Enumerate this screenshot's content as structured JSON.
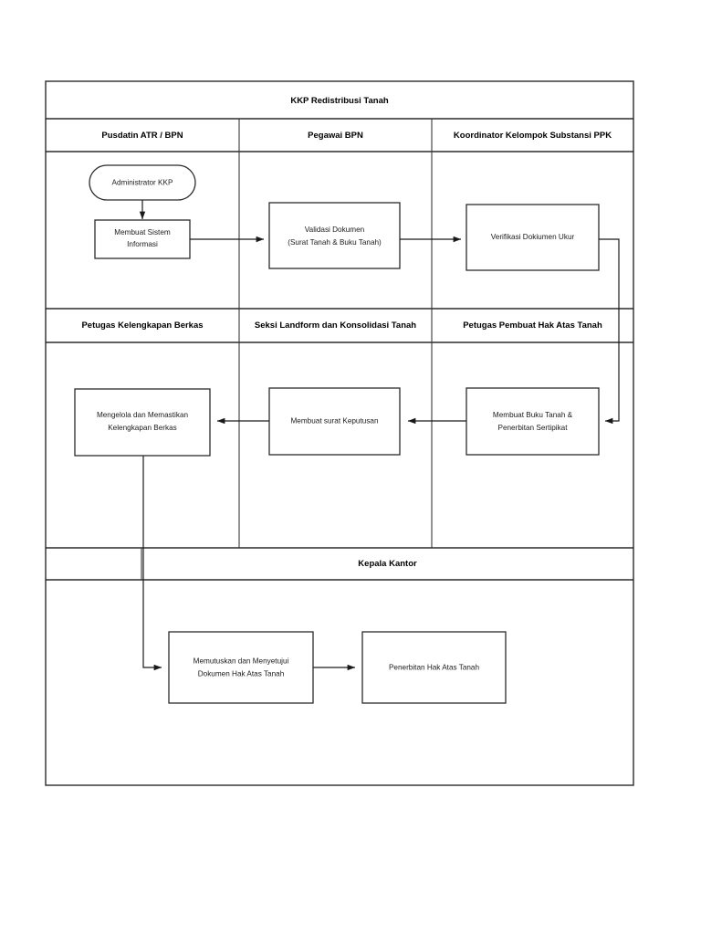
{
  "diagram": {
    "title": "KKP Redistribusi Tanah",
    "type": "swimlane-flowchart",
    "bands": [
      {
        "id": "band-1",
        "lanes": [
          {
            "id": "lane-pusdatin",
            "label": "Pusdatin ATR / BPN"
          },
          {
            "id": "lane-pegawai",
            "label": "Pegawai BPN"
          },
          {
            "id": "lane-koordinator",
            "label": "Koordinator Kelompok Substansi PPK"
          }
        ]
      },
      {
        "id": "band-2",
        "lanes": [
          {
            "id": "lane-petugas-berkas",
            "label": "Petugas Kelengkapan Berkas"
          },
          {
            "id": "lane-seksi-landform",
            "label": "Seksi Landform dan Konsolidasi Tanah"
          },
          {
            "id": "lane-petugas-hak",
            "label": "Petugas Pembuat Hak Atas Tanah"
          }
        ]
      },
      {
        "id": "band-3",
        "lanes": [
          {
            "id": "lane-blank",
            "label": ""
          },
          {
            "id": "lane-kepala-kantor",
            "label": "Kepala Kantor"
          }
        ]
      }
    ],
    "nodes": [
      {
        "id": "node-administrator-kkp",
        "shape": "terminator",
        "lane": "lane-pusdatin",
        "lines": [
          "Administrator KKP"
        ]
      },
      {
        "id": "node-membuat-sistem-informasi",
        "shape": "process",
        "lane": "lane-pusdatin",
        "lines": [
          "Membuat Sistem",
          "Informasi"
        ]
      },
      {
        "id": "node-validasi-dokumen",
        "shape": "process",
        "lane": "lane-pegawai",
        "lines": [
          "Validasi Dokumen",
          "(Surat Tanah & Buku Tanah)"
        ]
      },
      {
        "id": "node-verifikasi-dokumen-ukur",
        "shape": "process",
        "lane": "lane-koordinator",
        "lines": [
          "Verifikasi Dokiumen Ukur"
        ]
      },
      {
        "id": "node-mengelola-kelengkapan-berkas",
        "shape": "process",
        "lane": "lane-petugas-berkas",
        "lines": [
          "Mengelola dan Memastikan",
          "Kelengkapan Berkas"
        ]
      },
      {
        "id": "node-membuat-surat-keputusan",
        "shape": "process",
        "lane": "lane-seksi-landform",
        "lines": [
          "Membuat surat Keputusan"
        ]
      },
      {
        "id": "node-membuat-buku-tanah",
        "shape": "process",
        "lane": "lane-petugas-hak",
        "lines": [
          "Membuat Buku Tanah &",
          "Penerbitan Sertipikat"
        ]
      },
      {
        "id": "node-memutuskan-menyetujui",
        "shape": "process",
        "lane": "lane-kepala-kantor",
        "lines": [
          "Memutuskan dan Menyetujui",
          "Dokumen Hak Atas Tanah"
        ]
      },
      {
        "id": "node-penerbitan-hak-atas-tanah",
        "shape": "process",
        "lane": "lane-kepala-kantor",
        "lines": [
          "Penerbitan Hak Atas Tanah"
        ]
      }
    ],
    "edges": [
      {
        "id": "edge-admin-to-sistem",
        "from": "node-administrator-kkp",
        "to": "node-membuat-sistem-informasi"
      },
      {
        "id": "edge-sistem-to-validasi",
        "from": "node-membuat-sistem-informasi",
        "to": "node-validasi-dokumen"
      },
      {
        "id": "edge-validasi-to-verifikasi",
        "from": "node-validasi-dokumen",
        "to": "node-verifikasi-dokumen-ukur"
      },
      {
        "id": "edge-verifikasi-to-buku-tanah",
        "from": "node-verifikasi-dokumen-ukur",
        "to": "node-membuat-buku-tanah"
      },
      {
        "id": "edge-buku-tanah-to-surat-keputusan",
        "from": "node-membuat-buku-tanah",
        "to": "node-membuat-surat-keputusan"
      },
      {
        "id": "edge-surat-keputusan-to-berkas",
        "from": "node-membuat-surat-keputusan",
        "to": "node-mengelola-kelengkapan-berkas"
      },
      {
        "id": "edge-berkas-to-memutuskan",
        "from": "node-mengelola-kelengkapan-berkas",
        "to": "node-memutuskan-menyetujui"
      },
      {
        "id": "edge-memutuskan-to-penerbitan",
        "from": "node-memutuskan-menyetujui",
        "to": "node-penerbitan-hak-atas-tanah"
      }
    ],
    "colors": {
      "background": "#ffffff",
      "line": "#2b2b2b",
      "node_fill": "#ffffff",
      "text": "#1a1a1a"
    }
  }
}
